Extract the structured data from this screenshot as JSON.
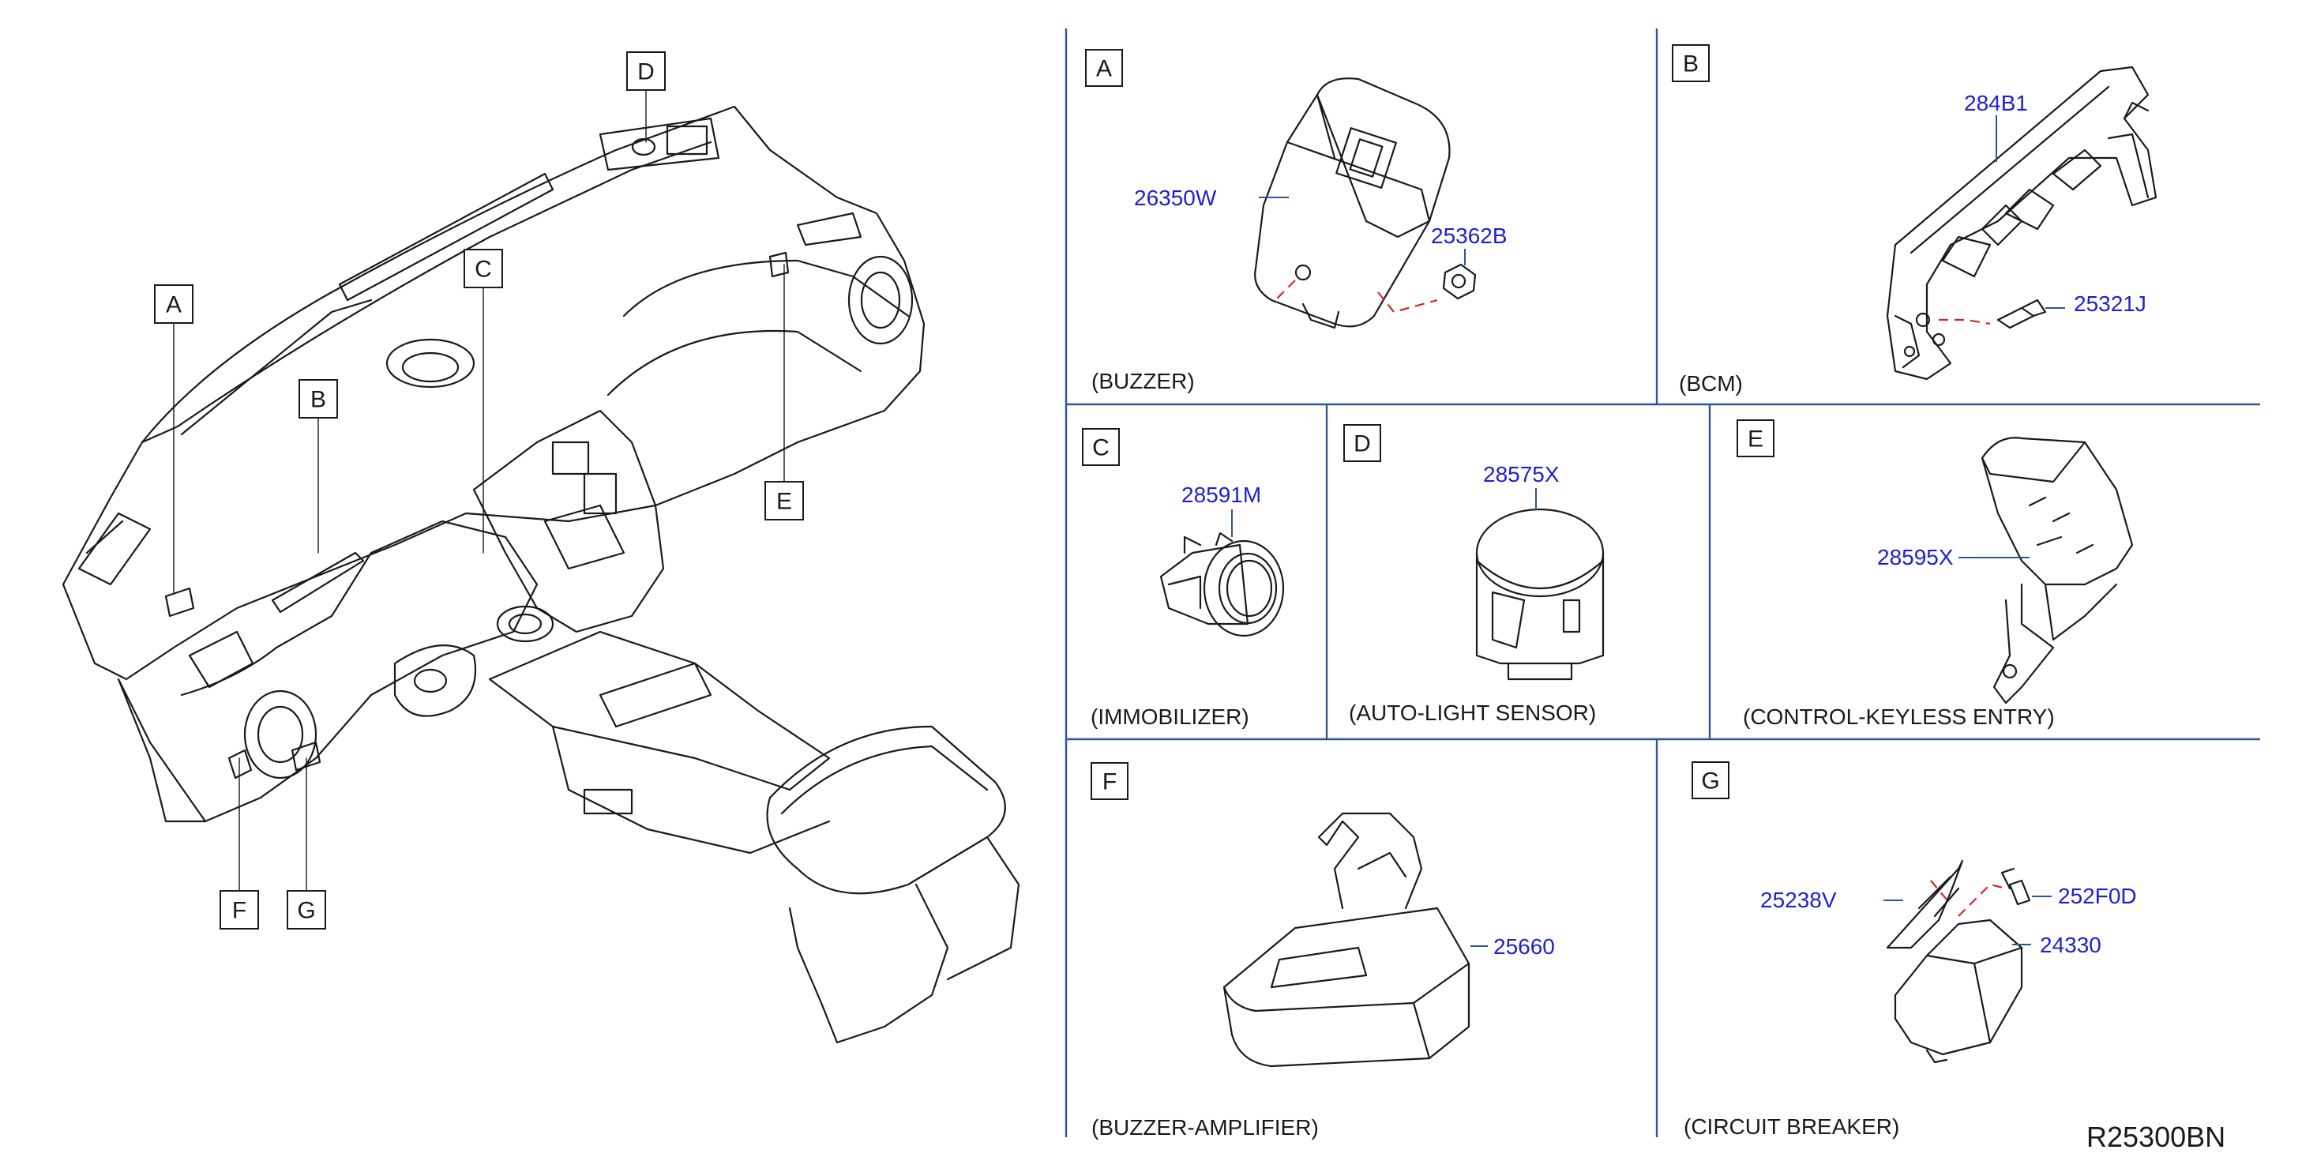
{
  "overview_labels": [
    "A",
    "B",
    "C",
    "D",
    "E",
    "F",
    "G"
  ],
  "panels": [
    {
      "letter": "A",
      "caption": "(BUZZER)",
      "parts": [
        "26350W",
        "25362B"
      ]
    },
    {
      "letter": "B",
      "caption": "(BCM)",
      "parts": [
        "284B1",
        "25321J"
      ]
    },
    {
      "letter": "C",
      "caption": "(IMMOBILIZER)",
      "parts": [
        "28591M"
      ]
    },
    {
      "letter": "D",
      "caption": "(AUTO-LIGHT   SENSOR)",
      "parts": [
        "28575X"
      ]
    },
    {
      "letter": "E",
      "caption": "(CONTROL-KEYLESS   ENTRY)",
      "parts": [
        "28595X"
      ]
    },
    {
      "letter": "F",
      "caption": "(BUZZER-AMPLIFIER)",
      "parts": [
        "25660"
      ]
    },
    {
      "letter": "G",
      "caption": "(CIRCUIT   BREAKER)",
      "parts": [
        "25238V",
        "252F0D",
        "24330"
      ]
    }
  ],
  "reference": "R25300BN",
  "colors": {
    "part_number": "#1f1fd0",
    "divider": "#2f5597",
    "hidden_line": "#dd2222"
  }
}
